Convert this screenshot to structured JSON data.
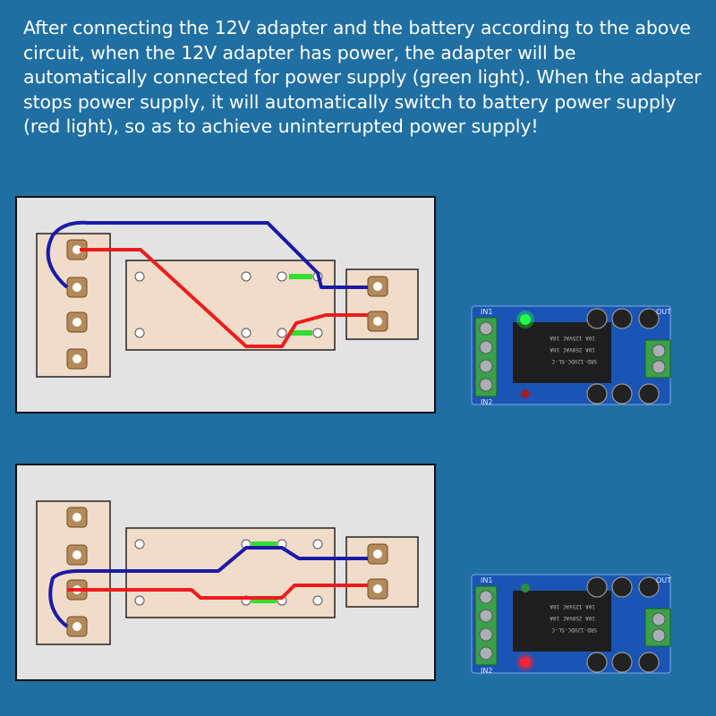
{
  "caption": "After connecting the 12V adapter and the battery according to the above circuit, when the 12V adapter has power, the adapter will be automatically connected for power supply (green light). When the adapter stops power supply, it will automatically switch to battery power supply (red light), so as to achieve uninterrupted power supply!",
  "colors": {
    "background": "#1f6fa3",
    "wire_blue": "#1a1aa8",
    "wire_red": "#ee1c1c",
    "contact_green": "#33dd33",
    "terminal_block": "#f0dcc8",
    "pcb_blue": "#1a55b5",
    "led_green": "#22ff44",
    "led_red": "#ff2233"
  },
  "diagrams": [
    {
      "state": "adapter-powered",
      "indicator": "green light"
    },
    {
      "state": "battery-powered",
      "indicator": "red light"
    }
  ],
  "pcb": {
    "label_in1": "IN1",
    "label_in2": "IN2",
    "label_out": "OUT",
    "relay_text": "SRD-12VDC-SL-C"
  }
}
